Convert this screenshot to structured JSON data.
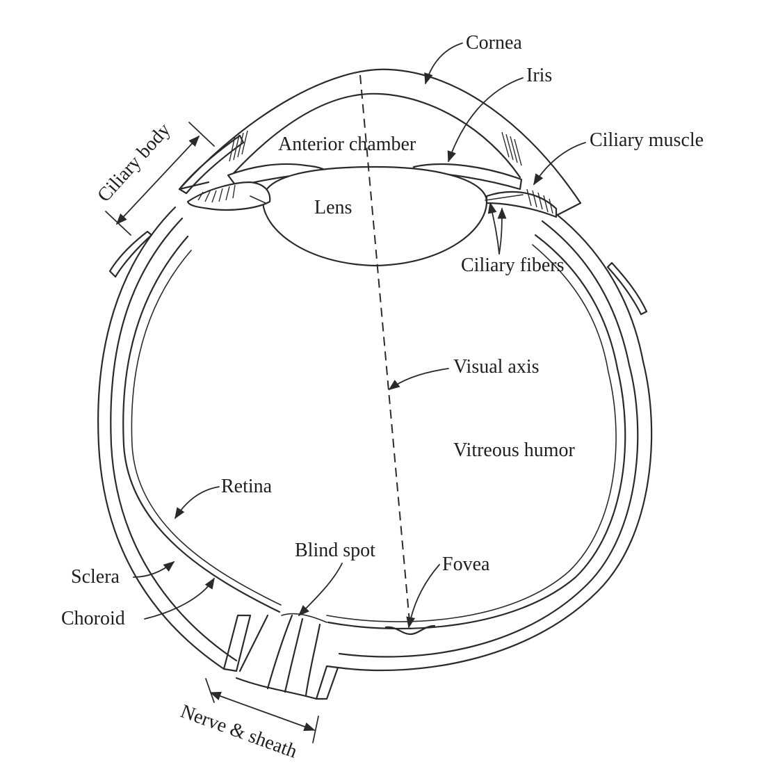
{
  "labels": {
    "cornea": "Cornea",
    "iris": "Iris",
    "ciliary_muscle": "Ciliary muscle",
    "ciliary_body": "Ciliary body",
    "anterior_chamber": "Anterior chamber",
    "lens": "Lens",
    "ciliary_fibers": "Ciliary fibers",
    "visual_axis": "Visual axis",
    "vitreous_humor": "Vitreous humor",
    "retina": "Retina",
    "blind_spot": "Blind spot",
    "fovea": "Fovea",
    "sclera": "Sclera",
    "choroid": "Choroid",
    "nerve_sheath": "Nerve & sheath"
  },
  "colors": {
    "ink": "#2a2a2a",
    "background": "#ffffff"
  }
}
